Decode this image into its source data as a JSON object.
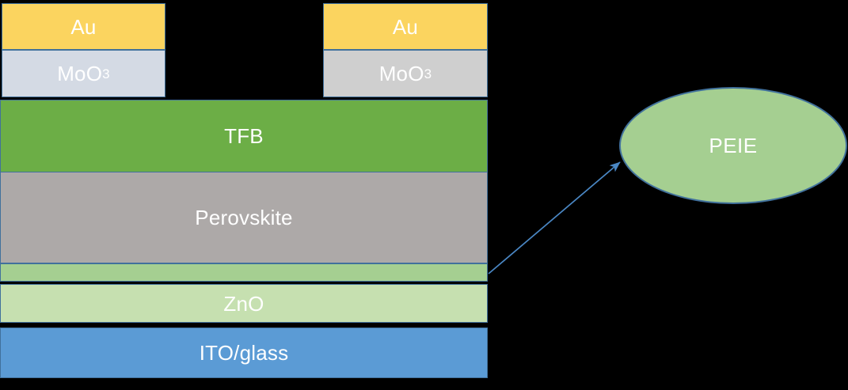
{
  "diagram": {
    "title": "Perovskite LED device stack cross-section",
    "background_color": "#000000",
    "border_color": "#41719C",
    "text_color": "#FFFFFF",
    "electrodes": [
      {
        "id": "left",
        "layers": [
          {
            "name": "au-left",
            "label": "Au",
            "subscript": "",
            "color": "#FBD45F"
          },
          {
            "name": "moo3-left",
            "label": "MoO",
            "subscript": "3",
            "color": "#D4DAE4"
          }
        ]
      },
      {
        "id": "right",
        "layers": [
          {
            "name": "au-right",
            "label": "Au",
            "subscript": "",
            "color": "#FBD45F"
          },
          {
            "name": "moo3-right",
            "label": "MoO",
            "subscript": "3",
            "color": "#CFCFCF"
          }
        ]
      }
    ],
    "stack": [
      {
        "name": "tfb",
        "label": "TFB",
        "color": "#6CAE46"
      },
      {
        "name": "perovskite",
        "label": "Perovskite",
        "color": "#ADA9A8"
      },
      {
        "name": "peie-layer",
        "label": "",
        "color": "#A5CF91"
      },
      {
        "name": "zno",
        "label": "ZnO",
        "color": "#C6E0B0"
      },
      {
        "name": "ito-glass",
        "label": "ITO/glass",
        "color": "#5B9BD5"
      }
    ],
    "callout": {
      "label": "PEIE",
      "fill_color": "#A5CF91",
      "border_color": "#41719C",
      "arrow_color": "#4A87C4",
      "points_to": "peie-layer"
    }
  }
}
